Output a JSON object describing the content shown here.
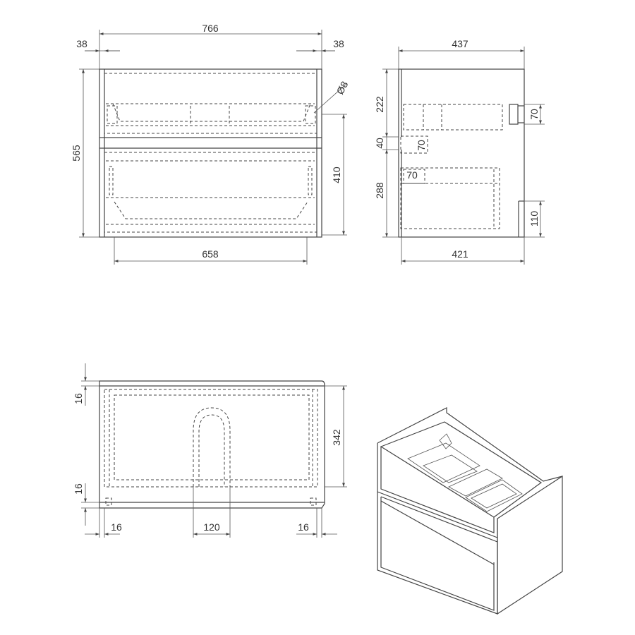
{
  "front_view": {
    "overall_width": "766",
    "left_overhang": "38",
    "right_overhang": "38",
    "bore_diameter": "Ø8",
    "height": "565",
    "drawer_height": "410",
    "inner_width": "658"
  },
  "side_view": {
    "depth": "437",
    "upper_height": "222",
    "gap": "40",
    "lower_height": "288",
    "upper_handle": "70",
    "gap_handle": "70",
    "lower_handle": "70",
    "bottom_offset": "110",
    "inner_depth": "421"
  },
  "top_view": {
    "top_panel": "16",
    "inner_depth": "342",
    "bottom_panel": "16",
    "left_side": "16",
    "cutout_width": "120",
    "right_side": "16"
  }
}
